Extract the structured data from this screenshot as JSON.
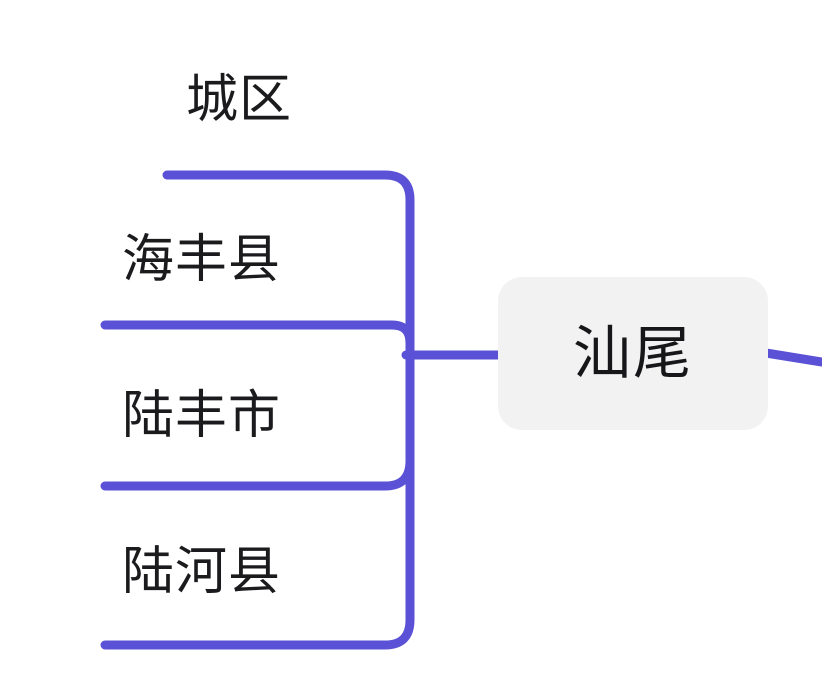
{
  "diagram": {
    "type": "mind-map",
    "orientation": "right-to-left-children",
    "background_color": "#ffffff",
    "root": {
      "label": "汕尾",
      "fill_color": "#f2f2f3",
      "text_color": "#17171a"
    },
    "branch_color": "#5a51d6",
    "branch_stroke_width": 9,
    "branches": [
      {
        "label": "城区"
      },
      {
        "label": "海丰县"
      },
      {
        "label": "陆丰市"
      },
      {
        "label": "陆河县"
      }
    ],
    "outgoing_edge": {
      "present": true,
      "direction": "right",
      "description": "continuation-line"
    }
  }
}
